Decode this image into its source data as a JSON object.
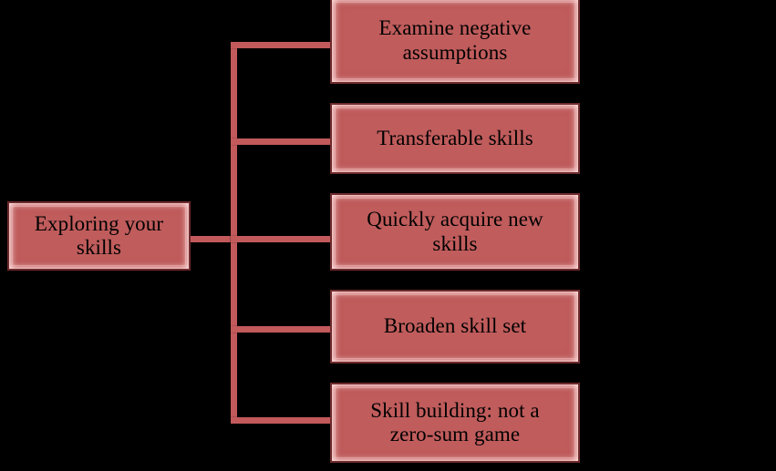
{
  "diagram": {
    "type": "horizontal-tree",
    "title": "Exploring your skills",
    "background_color": "#000000",
    "node_fill_color": "#C05C5C",
    "node_border_color": "#6E2A2C",
    "connector_color": "#C2595B",
    "text_color": "#000000",
    "root": {
      "id": "root",
      "label": "Exploring your skills"
    },
    "branches": [
      {
        "id": "branch-1",
        "label": "Examine negative assumptions"
      },
      {
        "id": "branch-2",
        "label": "Transferable skills"
      },
      {
        "id": "branch-3",
        "label": "Quickly acquire new skills"
      },
      {
        "id": "branch-4",
        "label": "Broaden skill set"
      },
      {
        "id": "branch-5",
        "label": "Skill building: not a zero-sum game"
      }
    ]
  }
}
